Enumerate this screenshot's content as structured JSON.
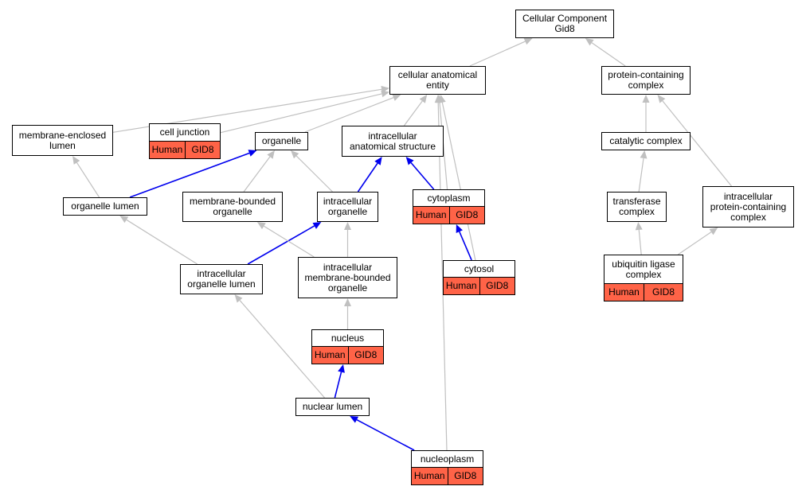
{
  "colors": {
    "edge_default": "#c0c0c0",
    "edge_highlight": "#0000ee",
    "annotation_fill": "#ff6347",
    "node_fill": "#ffffff",
    "node_border": "#000000"
  },
  "nodes": {
    "root": {
      "lines": [
        "Cellular Component",
        "Gid8"
      ]
    },
    "cae": {
      "lines": [
        "cellular anatomical",
        "entity"
      ]
    },
    "pcc": {
      "lines": [
        "protein-containing",
        "complex"
      ]
    },
    "membrane_enclosed": {
      "lines": [
        "membrane-enclosed",
        "lumen"
      ]
    },
    "cell_junction": {
      "lines": [
        "cell junction"
      ],
      "annotation": [
        "Human",
        "GID8"
      ]
    },
    "organelle": {
      "lines": [
        "organelle"
      ]
    },
    "intracellular_as": {
      "lines": [
        "intracellular",
        "anatomical structure"
      ]
    },
    "catalytic": {
      "lines": [
        "catalytic complex"
      ]
    },
    "organelle_lumen": {
      "lines": [
        "organelle lumen"
      ]
    },
    "membrane_bounded": {
      "lines": [
        "membrane-bounded",
        "organelle"
      ]
    },
    "intracellular_org": {
      "lines": [
        "intracellular",
        "organelle"
      ]
    },
    "cytoplasm": {
      "lines": [
        "cytoplasm"
      ],
      "annotation": [
        "Human",
        "GID8"
      ]
    },
    "transferase": {
      "lines": [
        "transferase",
        "complex"
      ]
    },
    "intracellular_pcc": {
      "lines": [
        "intracellular",
        "protein-containing",
        "complex"
      ]
    },
    "intracellular_ol": {
      "lines": [
        "intracellular",
        "organelle lumen"
      ]
    },
    "intracellular_mbo": {
      "lines": [
        "intracellular",
        "membrane-bounded",
        "organelle"
      ]
    },
    "cytosol": {
      "lines": [
        "cytosol"
      ],
      "annotation": [
        "Human",
        "GID8"
      ]
    },
    "ubiquitin": {
      "lines": [
        "ubiquitin ligase",
        "complex"
      ],
      "annotation": [
        "Human",
        "GID8"
      ]
    },
    "nucleus": {
      "lines": [
        "nucleus"
      ],
      "annotation": [
        "Human",
        "GID8"
      ]
    },
    "nuclear_lumen": {
      "lines": [
        "nuclear lumen"
      ]
    },
    "nucleoplasm": {
      "lines": [
        "nucleoplasm"
      ],
      "annotation": [
        "Human",
        "GID8"
      ]
    }
  },
  "edges": [
    {
      "from": "cae",
      "to": "root",
      "highlight": false
    },
    {
      "from": "pcc",
      "to": "root",
      "highlight": false
    },
    {
      "from": "membrane_enclosed",
      "to": "cae",
      "highlight": false
    },
    {
      "from": "cell_junction",
      "to": "cae",
      "highlight": false
    },
    {
      "from": "organelle",
      "to": "cae",
      "highlight": false
    },
    {
      "from": "intracellular_as",
      "to": "cae",
      "highlight": false
    },
    {
      "from": "cytoplasm",
      "to": "cae",
      "highlight": false
    },
    {
      "from": "cytosol",
      "to": "cae",
      "highlight": false
    },
    {
      "from": "nucleoplasm",
      "to": "cae",
      "highlight": false
    },
    {
      "from": "catalytic",
      "to": "pcc",
      "highlight": false
    },
    {
      "from": "intracellular_pcc",
      "to": "pcc",
      "highlight": false
    },
    {
      "from": "transferase",
      "to": "catalytic",
      "highlight": false
    },
    {
      "from": "ubiquitin",
      "to": "transferase",
      "highlight": false
    },
    {
      "from": "ubiquitin",
      "to": "intracellular_pcc",
      "highlight": false
    },
    {
      "from": "organelle_lumen",
      "to": "membrane_enclosed",
      "highlight": false
    },
    {
      "from": "organelle_lumen",
      "to": "organelle",
      "highlight": true
    },
    {
      "from": "membrane_bounded",
      "to": "organelle",
      "highlight": false
    },
    {
      "from": "intracellular_org",
      "to": "organelle",
      "highlight": false
    },
    {
      "from": "intracellular_org",
      "to": "intracellular_as",
      "highlight": true
    },
    {
      "from": "cytoplasm",
      "to": "intracellular_as",
      "highlight": true
    },
    {
      "from": "intracellular_ol",
      "to": "organelle_lumen",
      "highlight": false
    },
    {
      "from": "intracellular_ol",
      "to": "intracellular_org",
      "highlight": true
    },
    {
      "from": "intracellular_mbo",
      "to": "membrane_bounded",
      "highlight": false
    },
    {
      "from": "intracellular_mbo",
      "to": "intracellular_org",
      "highlight": false
    },
    {
      "from": "cytosol",
      "to": "cytoplasm",
      "highlight": true
    },
    {
      "from": "nucleus",
      "to": "intracellular_mbo",
      "highlight": false
    },
    {
      "from": "nuclear_lumen",
      "to": "intracellular_ol",
      "highlight": false
    },
    {
      "from": "nuclear_lumen",
      "to": "nucleus",
      "highlight": true
    },
    {
      "from": "nucleoplasm",
      "to": "nuclear_lumen",
      "highlight": true
    }
  ]
}
